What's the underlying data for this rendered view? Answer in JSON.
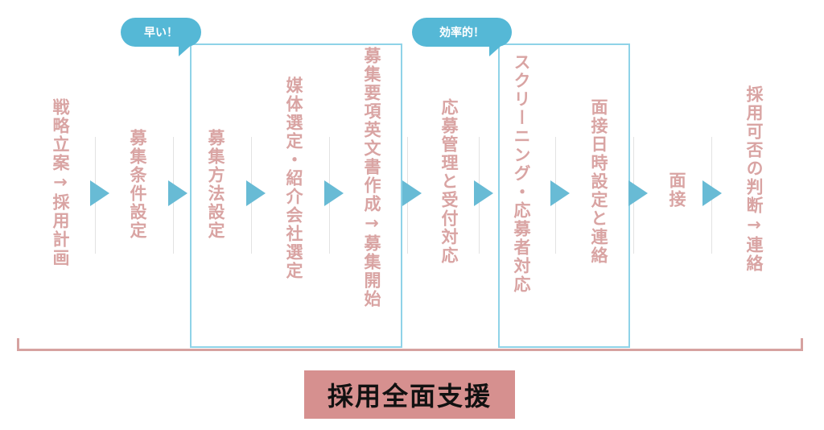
{
  "bubbles": {
    "fast": "早い！",
    "efficient": "効率的！"
  },
  "steps": [
    "戦略立案→採用計画",
    "募集条件設定",
    "募集方法設定",
    "媒体選定・紹介会社選定",
    "募集要項英文書作成→募集開始",
    "応募管理と受付対応",
    "スクリーニング・応募者対応",
    "面接日時設定と連絡",
    "面接",
    "採用可否の判断→連絡"
  ],
  "banner": "採用全面支援",
  "colors": {
    "step_text": "#d9a4a3",
    "arrow": "#68bbd5",
    "highlight_border": "#8fd3e8",
    "bubble": "#55b8d6",
    "banner_bg": "#d6908f",
    "bracket": "#d6a2a0"
  }
}
